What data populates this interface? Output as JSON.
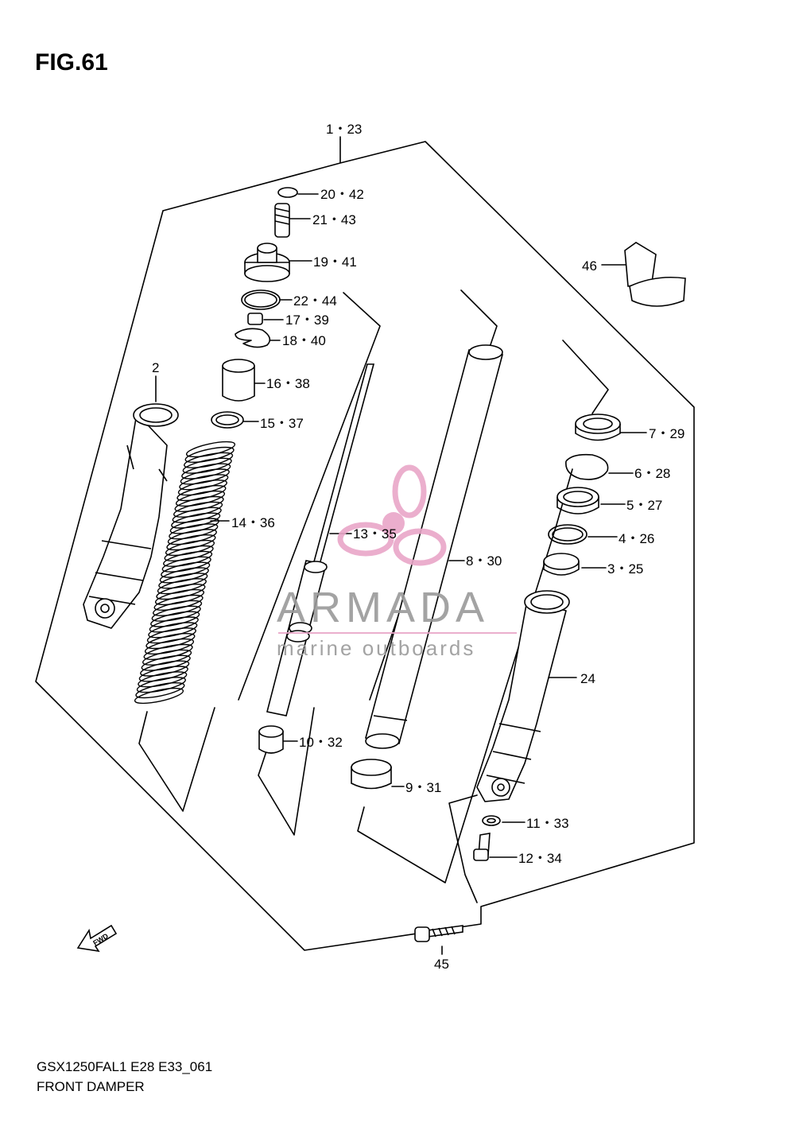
{
  "figure": {
    "title": "FIG.61",
    "model_code": "GSX1250FAL1 E28 E33_061",
    "name": "FRONT DAMPER"
  },
  "watermark": {
    "brand": "ARMADA",
    "tagline": "marine outboards",
    "logo_color": "#e9a6c8",
    "text_color": "#9a9a9a"
  },
  "direction_arrow": {
    "label": "FWD"
  },
  "callouts": [
    {
      "id": "c-1-23",
      "text": "1・23"
    },
    {
      "id": "c-20-42",
      "text": "20・42"
    },
    {
      "id": "c-21-43",
      "text": "21・43"
    },
    {
      "id": "c-19-41",
      "text": "19・41"
    },
    {
      "id": "c-22-44",
      "text": "22・44"
    },
    {
      "id": "c-17-39",
      "text": "17・39"
    },
    {
      "id": "c-18-40",
      "text": "18・40"
    },
    {
      "id": "c-16-38",
      "text": "16・38"
    },
    {
      "id": "c-15-37",
      "text": "15・37"
    },
    {
      "id": "c-14-36",
      "text": "14・36"
    },
    {
      "id": "c-2",
      "text": "2"
    },
    {
      "id": "c-13-35",
      "text": "13・35"
    },
    {
      "id": "c-8-30",
      "text": "8・30"
    },
    {
      "id": "c-10-32",
      "text": "10・32"
    },
    {
      "id": "c-9-31",
      "text": "9・31"
    },
    {
      "id": "c-46",
      "text": "46"
    },
    {
      "id": "c-7-29",
      "text": "7・29"
    },
    {
      "id": "c-6-28",
      "text": "6・28"
    },
    {
      "id": "c-5-27",
      "text": "5・27"
    },
    {
      "id": "c-4-26",
      "text": "4・26"
    },
    {
      "id": "c-3-25",
      "text": "3・25"
    },
    {
      "id": "c-24",
      "text": "24"
    },
    {
      "id": "c-11-33",
      "text": "11・33"
    },
    {
      "id": "c-12-34",
      "text": "12・34"
    },
    {
      "id": "c-45",
      "text": "45"
    }
  ]
}
